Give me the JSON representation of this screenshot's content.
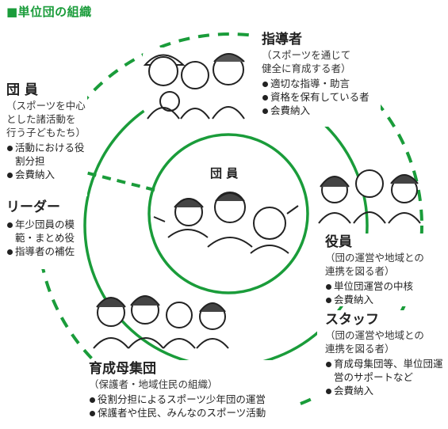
{
  "title": "■単位団の組織",
  "center": {
    "label": "団 員"
  },
  "shidousha": {
    "heading": "指導者",
    "sub": [
      "（スポーツを通じて",
      "健全に育成する者）"
    ],
    "items": [
      "適切な指導・助言",
      "資格を保有している者",
      "会費納入"
    ]
  },
  "danin": {
    "heading": "団 員",
    "sub": [
      "（スポーツを中心",
      "とした諸活動を",
      "行う子どもたち）"
    ],
    "items": [
      "活動における役割分担",
      "会費納入"
    ]
  },
  "leader": {
    "heading": "リーダー",
    "items": [
      "年少団員の模範・まとめ役",
      "指導者の補佐"
    ]
  },
  "yakuin": {
    "heading": "役員",
    "sub": [
      "（団の運営や地域との",
      "連携を図る者）"
    ],
    "items": [
      "単位団運営の中核",
      "会費納入"
    ]
  },
  "staff": {
    "heading": "スタッフ",
    "sub": [
      "（団の運営や地域との",
      "連携を図る者）"
    ],
    "items": [
      "育成母集団等、単位団運営のサポートなど",
      "会費納入"
    ]
  },
  "ikusei": {
    "heading": "育成母集団",
    "sub": [
      "（保護者・地域住民の組織）"
    ],
    "items": [
      "役割分担によるスポーツ少年団の運営",
      "保護者や住民、みんなのスポーツ活動"
    ]
  },
  "colors": {
    "accent": "#1a9c3a",
    "text": "#222222"
  }
}
